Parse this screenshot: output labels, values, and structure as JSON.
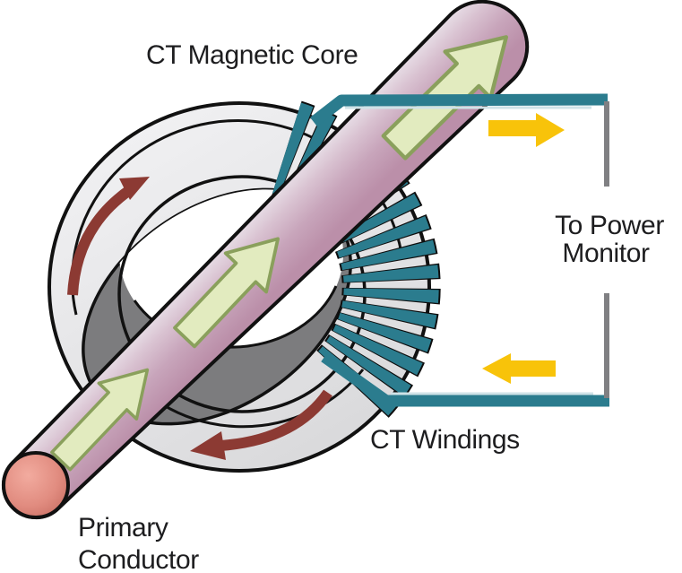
{
  "diagram": {
    "labels": {
      "magnetic_core": "CT Magnetic Core",
      "windings": "CT Windings",
      "power_monitor_line1": "To Power",
      "power_monitor_line2": "Monitor",
      "primary_conductor_line1": "Primary",
      "primary_conductor_line2": "Conductor"
    },
    "colors": {
      "winding_wire_teal": "#2b7c8e",
      "signal_arrow_yellow": "#f8c30a",
      "flux_arrow_red": "#8c3a33",
      "current_arrow_green_fill": "#e2ebbf",
      "current_arrow_green_stroke": "#8aa05c",
      "core_inner_wall_gray": "#7c7c7e",
      "monitor_line_gray": "#808083",
      "outline_black": "#111111",
      "label_text": "#1d1d1f"
    },
    "arrows": {
      "flux_direction": "clockwise",
      "primary_current_direction": "up-right",
      "output_top_direction": "right",
      "output_bottom_direction": "left"
    }
  }
}
